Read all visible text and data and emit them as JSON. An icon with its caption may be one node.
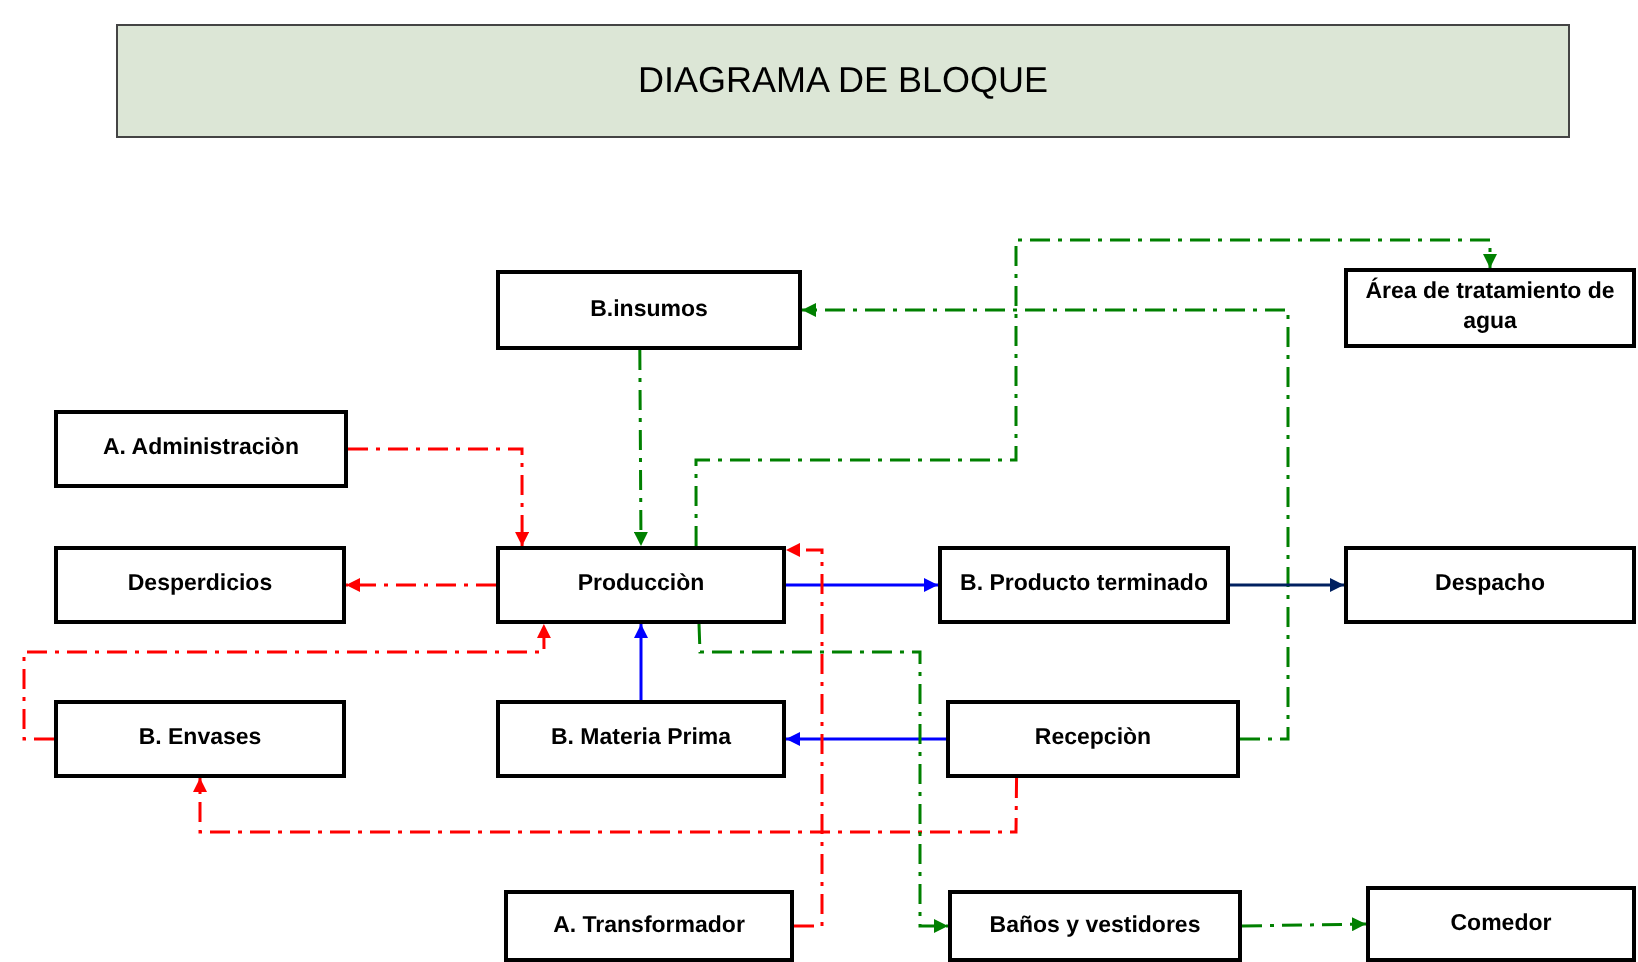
{
  "diagram": {
    "title": "DIAGRAMA DE BLOQUE",
    "nodes": [
      {
        "text": [
          "B.insumos"
        ]
      },
      {
        "text": [
          "Área de tratamiento de agua"
        ]
      },
      {
        "text": [
          "A. Administraciòn"
        ]
      },
      {
        "text": [
          "Desperdicios"
        ]
      },
      {
        "text": [
          "Producciòn"
        ]
      },
      {
        "text": [
          "B.  Producto terminado"
        ]
      },
      {
        "text": [
          "Despacho"
        ]
      },
      {
        "text": [
          "B. Envases"
        ]
      },
      {
        "text": [
          "B. Materia Prima"
        ]
      },
      {
        "text": [
          "Recepciòn"
        ]
      },
      {
        "text": [
          "A. Transformador"
        ]
      },
      {
        "text": [
          "Baños y vestidores"
        ]
      },
      {
        "text": [
          "Comedor"
        ]
      }
    ],
    "edges": [
      {
        "from": 2,
        "to": 4,
        "arrow": "to",
        "style": "dashed",
        "color": "#ff0000"
      },
      {
        "from": 0,
        "to": 4,
        "arrow": "to",
        "style": "dashed",
        "color": "#008000"
      },
      {
        "from": 4,
        "to": 1,
        "arrow": "to",
        "style": "dashed",
        "color": "#008000"
      },
      {
        "from": 9,
        "to": 0,
        "arrow": "to",
        "style": "dashed",
        "color": "#008000"
      },
      {
        "from": 4,
        "to": 3,
        "arrow": "to",
        "style": "dashed",
        "color": "#ff0000"
      },
      {
        "from": 4,
        "to": 5,
        "arrow": "to",
        "color": "#0000ff"
      },
      {
        "from": 5,
        "to": 6,
        "arrow": "to",
        "color": "#002060"
      },
      {
        "from": 7,
        "to": 4,
        "arrow": "to",
        "style": "dashed",
        "color": "#ff0000"
      },
      {
        "from": 8,
        "to": 4,
        "arrow": "to",
        "color": "#0000ff"
      },
      {
        "from": 9,
        "to": 8,
        "arrow": "to",
        "color": "#0000ff"
      },
      {
        "from": 9,
        "to": 7,
        "arrow": "to",
        "style": "dashed",
        "color": "#ff0000"
      },
      {
        "from": 10,
        "to": 4,
        "arrow": "to",
        "style": "dashed",
        "color": "#ff0000"
      },
      {
        "from": 4,
        "to": 11,
        "arrow": "to",
        "style": "dashed",
        "color": "#008000"
      },
      {
        "from": 11,
        "to": 12,
        "arrow": "to",
        "style": "dashed",
        "color": "#008000"
      }
    ]
  }
}
